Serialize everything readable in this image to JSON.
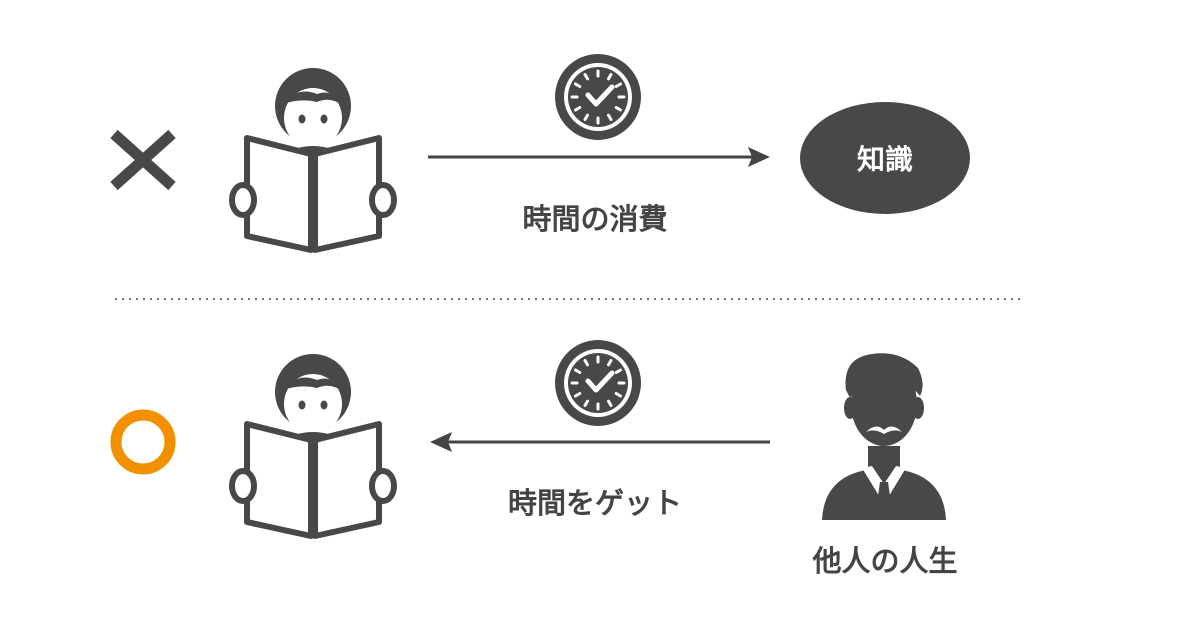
{
  "top_row": {
    "verdict_icon": "cross-mark-icon",
    "arrow_label": "時間の消費",
    "target_label": "知識"
  },
  "bottom_row": {
    "verdict_icon": "circle-mark-icon",
    "arrow_label": "時間をゲット",
    "source_label": "他人の人生"
  },
  "colors": {
    "icon_gray": "#484848",
    "arrow_gray": "#444444",
    "circle_orange": "#f39000",
    "divider_gray": "#777777"
  }
}
